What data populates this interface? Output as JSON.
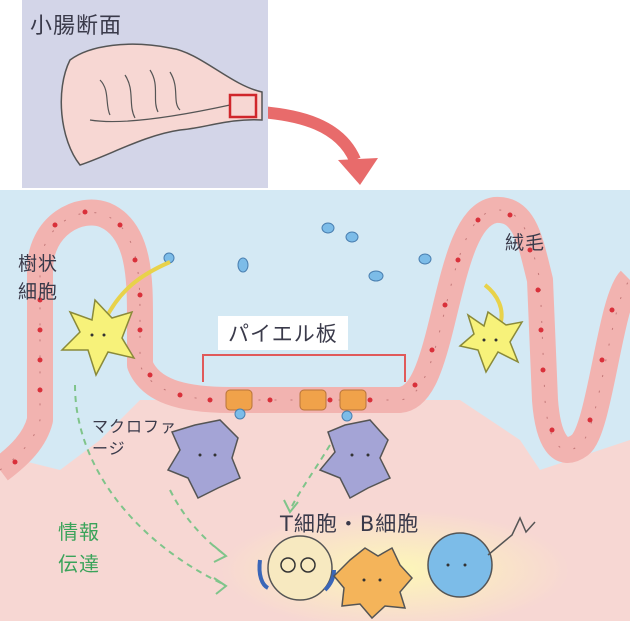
{
  "inset": {
    "title": "小腸断面"
  },
  "labels": {
    "villi": "絨毛",
    "dendritic": "樹状細胞",
    "macrophage": "マクロファージ",
    "peyer": "パイエル板",
    "tb_cells": "T細胞・B細胞",
    "info": "情報伝達"
  },
  "colors": {
    "sky": "#d4e9f4",
    "tissue": "#f7d7d3",
    "cell": "#f2b3b0",
    "nucleus": "#d9303a",
    "peyer_cell": "#f0a24a",
    "dendritic": "#f7f27a",
    "macrophage": "#a4a4d6",
    "lymph_blue": "#7cbce8",
    "lymph_orange": "#f4b45a",
    "arrow": "#e86b6b",
    "info_arrow": "#7fc48a",
    "inset_bg": "#d3d5e8",
    "frame": "#d0262b"
  }
}
